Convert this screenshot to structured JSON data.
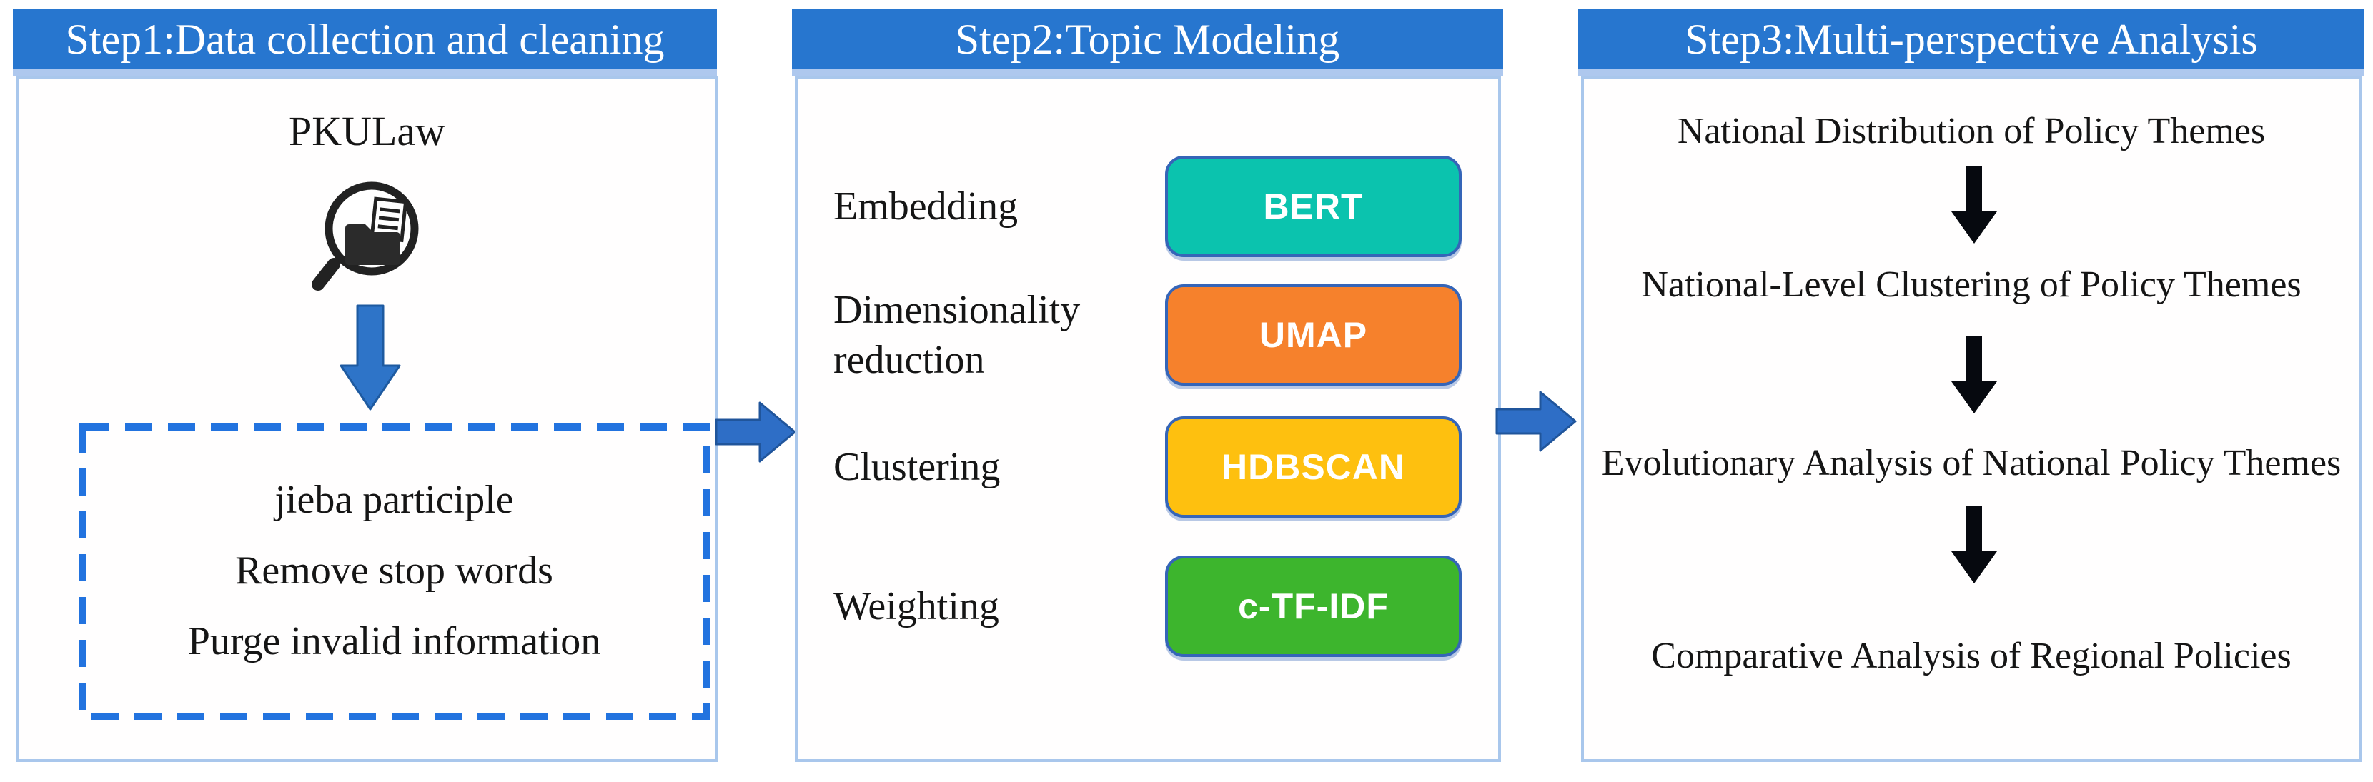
{
  "panels": [
    {
      "title": "Step1:Data collection and cleaning",
      "source": "PKULaw",
      "cleaning_steps": [
        "jieba participle",
        "Remove stop words",
        "Purge invalid information"
      ]
    },
    {
      "title": "Step2:Topic Modeling",
      "rows": [
        {
          "label": "Embedding",
          "tool": "BERT",
          "color": "#0bc3ae"
        },
        {
          "label": "Dimensionality reduction",
          "tool": "UMAP",
          "color": "#f6812c"
        },
        {
          "label": "Clustering",
          "tool": "HDBSCAN",
          "color": "#fec00f"
        },
        {
          "label": "Weighting",
          "tool": "c-TF-IDF",
          "color": "#3db52d"
        }
      ]
    },
    {
      "title": "Step3:Multi-perspective Analysis",
      "analysis_steps": [
        "National Distribution of Policy Themes",
        "National-Level Clustering of Policy Themes",
        "Evolutionary Analysis of National Policy Themes",
        "Comparative Analysis of Regional Policies"
      ]
    }
  ],
  "colors": {
    "header_blue": "#2776cf",
    "panel_border": "#a9c7ec",
    "dashed_border": "#2273df",
    "flow_arrow_blue": "#2e6ec6",
    "flow_arrow_black": "#06090f"
  }
}
